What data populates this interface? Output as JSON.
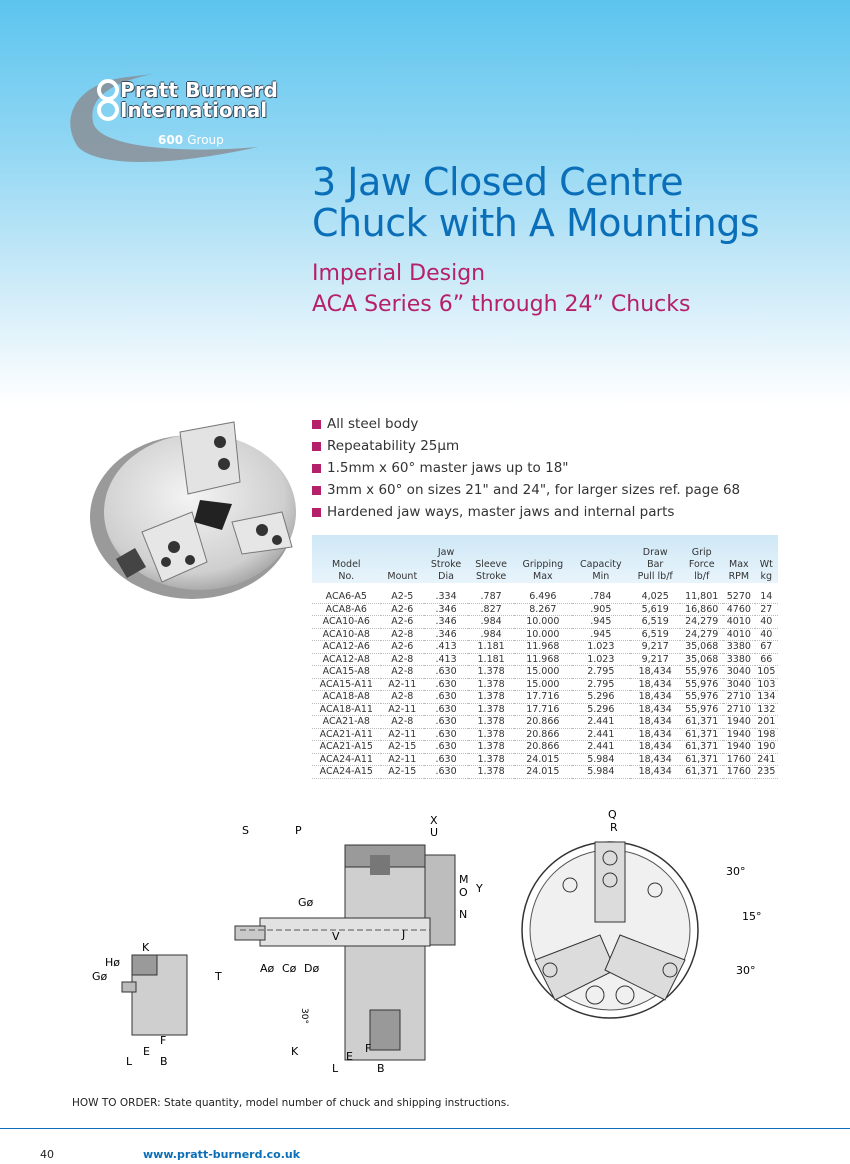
{
  "brand": {
    "line1": "Pratt Burnerd",
    "line2": "International",
    "group_num": "600",
    "group_word": "Group"
  },
  "title": {
    "line1": "3 Jaw Closed Centre",
    "line2": "Chuck with A Mountings"
  },
  "subtitle": {
    "line1": "Imperial Design",
    "line2": "ACA Series 6” through 24” Chucks"
  },
  "features": [
    "All steel body",
    "Repeatability 25µm",
    "1.5mm x 60° master jaws up to 18\"",
    "3mm x 60° on sizes 21\" and 24\", for larger sizes ref. page 68",
    "Hardened jaw ways, master jaws and internal parts"
  ],
  "table": {
    "headers": [
      [
        "",
        "Model",
        "No."
      ],
      [
        "",
        "",
        "Mount"
      ],
      [
        "Jaw",
        "Stroke",
        "Dia"
      ],
      [
        "",
        "Sleeve",
        "Stroke"
      ],
      [
        "",
        "Gripping",
        "Max"
      ],
      [
        "",
        "Capacity",
        "Min"
      ],
      [
        "Draw",
        "Bar",
        "Pull lb/f"
      ],
      [
        "Grip",
        "Force",
        "lb/f"
      ],
      [
        "",
        "Max",
        "RPM"
      ],
      [
        "",
        "Wt",
        "kg"
      ]
    ],
    "rows": [
      [
        "ACA6-A5",
        "A2-5",
        ".334",
        ".787",
        "6.496",
        ".784",
        "4,025",
        "11,801",
        "5270",
        "14"
      ],
      [
        "ACA8-A6",
        "A2-6",
        ".346",
        ".827",
        "8.267",
        ".905",
        "5,619",
        "16,860",
        "4760",
        "27"
      ],
      [
        "ACA10-A6",
        "A2-6",
        ".346",
        ".984",
        "10.000",
        ".945",
        "6,519",
        "24,279",
        "4010",
        "40"
      ],
      [
        "ACA10-A8",
        "A2-8",
        ".346",
        ".984",
        "10.000",
        ".945",
        "6,519",
        "24,279",
        "4010",
        "40"
      ],
      [
        "ACA12-A6",
        "A2-6",
        ".413",
        "1.181",
        "11.968",
        "1.023",
        "9,217",
        "35,068",
        "3380",
        "67"
      ],
      [
        "ACA12-A8",
        "A2-8",
        ".413",
        "1.181",
        "11.968",
        "1.023",
        "9,217",
        "35,068",
        "3380",
        "66"
      ],
      [
        "ACA15-A8",
        "A2-8",
        ".630",
        "1.378",
        "15.000",
        "2.795",
        "18,434",
        "55,976",
        "3040",
        "105"
      ],
      [
        "ACA15-A11",
        "A2-11",
        ".630",
        "1.378",
        "15.000",
        "2.795",
        "18,434",
        "55,976",
        "3040",
        "103"
      ],
      [
        "ACA18-A8",
        "A2-8",
        ".630",
        "1.378",
        "17.716",
        "5.296",
        "18,434",
        "55,976",
        "2710",
        "134"
      ],
      [
        "ACA18-A11",
        "A2-11",
        ".630",
        "1.378",
        "17.716",
        "5.296",
        "18,434",
        "55,976",
        "2710",
        "132"
      ],
      [
        "ACA21-A8",
        "A2-8",
        ".630",
        "1.378",
        "20.866",
        "2.441",
        "18,434",
        "61,371",
        "1940",
        "201"
      ],
      [
        "ACA21-A11",
        "A2-11",
        ".630",
        "1.378",
        "20.866",
        "2.441",
        "18,434",
        "61,371",
        "1940",
        "198"
      ],
      [
        "ACA21-A15",
        "A2-15",
        ".630",
        "1.378",
        "20.866",
        "2.441",
        "18,434",
        "61,371",
        "1940",
        "190"
      ],
      [
        "ACA24-A11",
        "A2-11",
        ".630",
        "1.378",
        "24.015",
        "5.984",
        "18,434",
        "61,371",
        "1760",
        "241"
      ],
      [
        "ACA24-A15",
        "A2-15",
        ".630",
        "1.378",
        "24.015",
        "5.984",
        "18,434",
        "61,371",
        "1760",
        "235"
      ]
    ]
  },
  "drawing_labels": {
    "S": "S",
    "P": "P",
    "X": "X",
    "U": "U",
    "M": "M",
    "O": "O",
    "N": "N",
    "Y": "Y",
    "G": "Gø",
    "V": "V",
    "J": "J",
    "T": "T",
    "A": "Aø",
    "C": "Cø",
    "D": "Dø",
    "deg": "30°",
    "K": "K",
    "F": "F",
    "E": "E",
    "L": "L",
    "B": "B",
    "H": "Hø",
    "Q": "Q",
    "R": "R",
    "ang1": "30°",
    "ang2": "15°",
    "ang3": "30°"
  },
  "how_to_order": "HOW TO ORDER: State quantity, model number of chuck and shipping instructions.",
  "footer": {
    "page": "40",
    "website": "www.pratt-burnerd.co.uk"
  }
}
